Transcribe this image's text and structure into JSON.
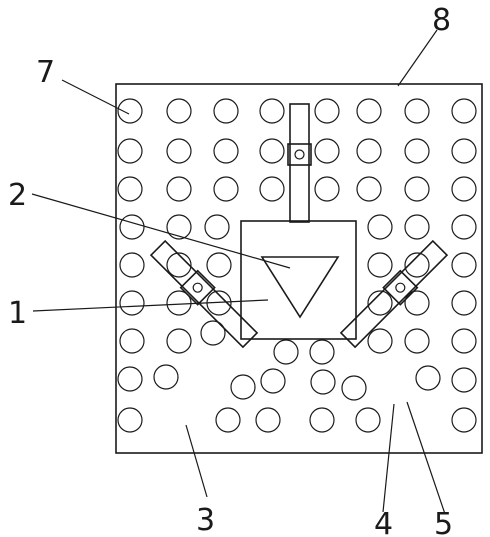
{
  "figure": {
    "callouts": [
      {
        "id": "callout-1",
        "label": "1"
      },
      {
        "id": "callout-2",
        "label": "2"
      },
      {
        "id": "callout-3",
        "label": "3"
      },
      {
        "id": "callout-4",
        "label": "4"
      },
      {
        "id": "callout-5",
        "label": "5"
      },
      {
        "id": "callout-7",
        "label": "7"
      },
      {
        "id": "callout-8",
        "label": "8"
      }
    ]
  }
}
